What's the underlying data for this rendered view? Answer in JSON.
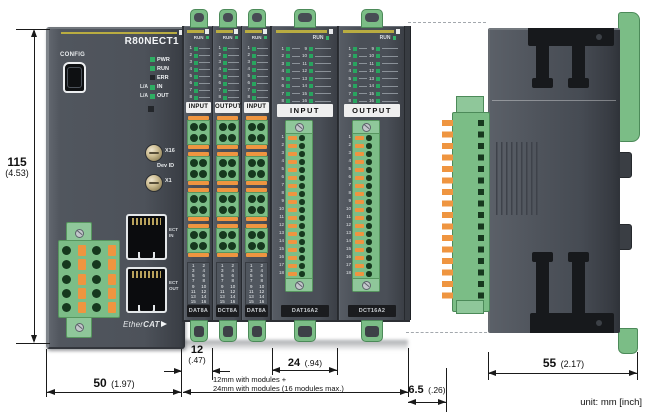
{
  "coupler": {
    "model": "R80NECT1",
    "config_label": "CONFIG",
    "leds": [
      {
        "prefix": "",
        "label": "PWR",
        "lit": true
      },
      {
        "prefix": "",
        "label": "RUN",
        "lit": true
      },
      {
        "prefix": "",
        "label": "ERR",
        "lit": false
      },
      {
        "prefix": "L/A",
        "label": "IN",
        "lit": true
      },
      {
        "prefix": "L/A",
        "label": "OUT",
        "lit": true
      }
    ],
    "rotary": {
      "top": "X16",
      "middle": "Dev ID",
      "bottom": "X1"
    },
    "ports": [
      {
        "name": "ECT",
        "dir": "IN"
      },
      {
        "name": "ECT",
        "dir": "OUT"
      }
    ],
    "logo_light": "Ether",
    "logo_bold": "CAT"
  },
  "modules": [
    {
      "type": "narrow",
      "run": "RUN",
      "io": "INPUT",
      "name": "DAT8A",
      "leds": [
        "1",
        "2",
        "3",
        "4",
        "5",
        "6",
        "7",
        "8"
      ],
      "terminals": [
        "1",
        "2",
        "3",
        "4",
        "5",
        "6",
        "7",
        "8",
        "9",
        "10",
        "11",
        "12",
        "13",
        "14",
        "15",
        "16"
      ]
    },
    {
      "type": "narrow",
      "run": "RUN",
      "io": "OUTPUT",
      "name": "DCT8A",
      "leds": [
        "1",
        "2",
        "3",
        "4",
        "5",
        "6",
        "7",
        "8"
      ],
      "terminals": [
        "1",
        "2",
        "3",
        "4",
        "5",
        "6",
        "7",
        "8",
        "9",
        "10",
        "11",
        "12",
        "13",
        "14",
        "15",
        "16"
      ]
    },
    {
      "type": "narrow",
      "run": "RUN",
      "io": "INPUT",
      "name": "DAT8A",
      "leds": [
        "1",
        "2",
        "3",
        "4",
        "5",
        "6",
        "7",
        "8"
      ],
      "terminals": [
        "1",
        "2",
        "3",
        "4",
        "5",
        "6",
        "7",
        "8",
        "9",
        "10",
        "11",
        "12",
        "13",
        "14",
        "15",
        "16"
      ]
    },
    {
      "type": "wide",
      "run": "RUN",
      "io": "INPUT",
      "name": "DAT16A2",
      "led_rows": [
        {
          "l": "1",
          "r": "9"
        },
        {
          "l": "2",
          "r": "10"
        },
        {
          "l": "3",
          "r": "11"
        },
        {
          "l": "4",
          "r": "12"
        },
        {
          "l": "5",
          "r": "13"
        },
        {
          "l": "6",
          "r": "14"
        },
        {
          "l": "7",
          "r": "15"
        },
        {
          "l": "8",
          "r": "16"
        }
      ],
      "terminals": [
        "1",
        "2",
        "3",
        "4",
        "5",
        "6",
        "7",
        "8",
        "9",
        "10",
        "11",
        "12",
        "13",
        "14",
        "15",
        "16",
        "17",
        "18"
      ]
    },
    {
      "type": "wide",
      "run": "RUN",
      "io": "OUTPUT",
      "name": "DCT16A2",
      "led_rows": [
        {
          "l": "1",
          "r": "9"
        },
        {
          "l": "2",
          "r": "10"
        },
        {
          "l": "3",
          "r": "11"
        },
        {
          "l": "4",
          "r": "12"
        },
        {
          "l": "5",
          "r": "13"
        },
        {
          "l": "6",
          "r": "14"
        },
        {
          "l": "7",
          "r": "15"
        },
        {
          "l": "8",
          "r": "16"
        }
      ],
      "terminals": [
        "1",
        "2",
        "3",
        "4",
        "5",
        "6",
        "7",
        "8",
        "9",
        "10",
        "11",
        "12",
        "13",
        "14",
        "15",
        "16",
        "17",
        "18"
      ]
    }
  ],
  "dimensions": {
    "height_mm": "115",
    "height_in": "(4.53)",
    "coupler_mm": "50",
    "coupler_in": "(1.97)",
    "narrow_mm": "12",
    "narrow_in": "(.47)",
    "wide_mm": "24",
    "wide_in": "(.94)",
    "gap_mm": "6.5",
    "gap_in": "(.26)",
    "depth_mm": "55",
    "depth_in": "(2.17)"
  },
  "note": {
    "line1": "12mm with modules +",
    "line2": "24mm with modules (16 modules max.)"
  },
  "footer": {
    "unit_note": "unit: mm [inch]"
  },
  "colors": {
    "module_body": "#4b5058",
    "terminal_green": "#7cbd87",
    "lever_orange": "#ef9540",
    "led_green": "#28a55f",
    "accent_yellow": "#b9ac41"
  }
}
